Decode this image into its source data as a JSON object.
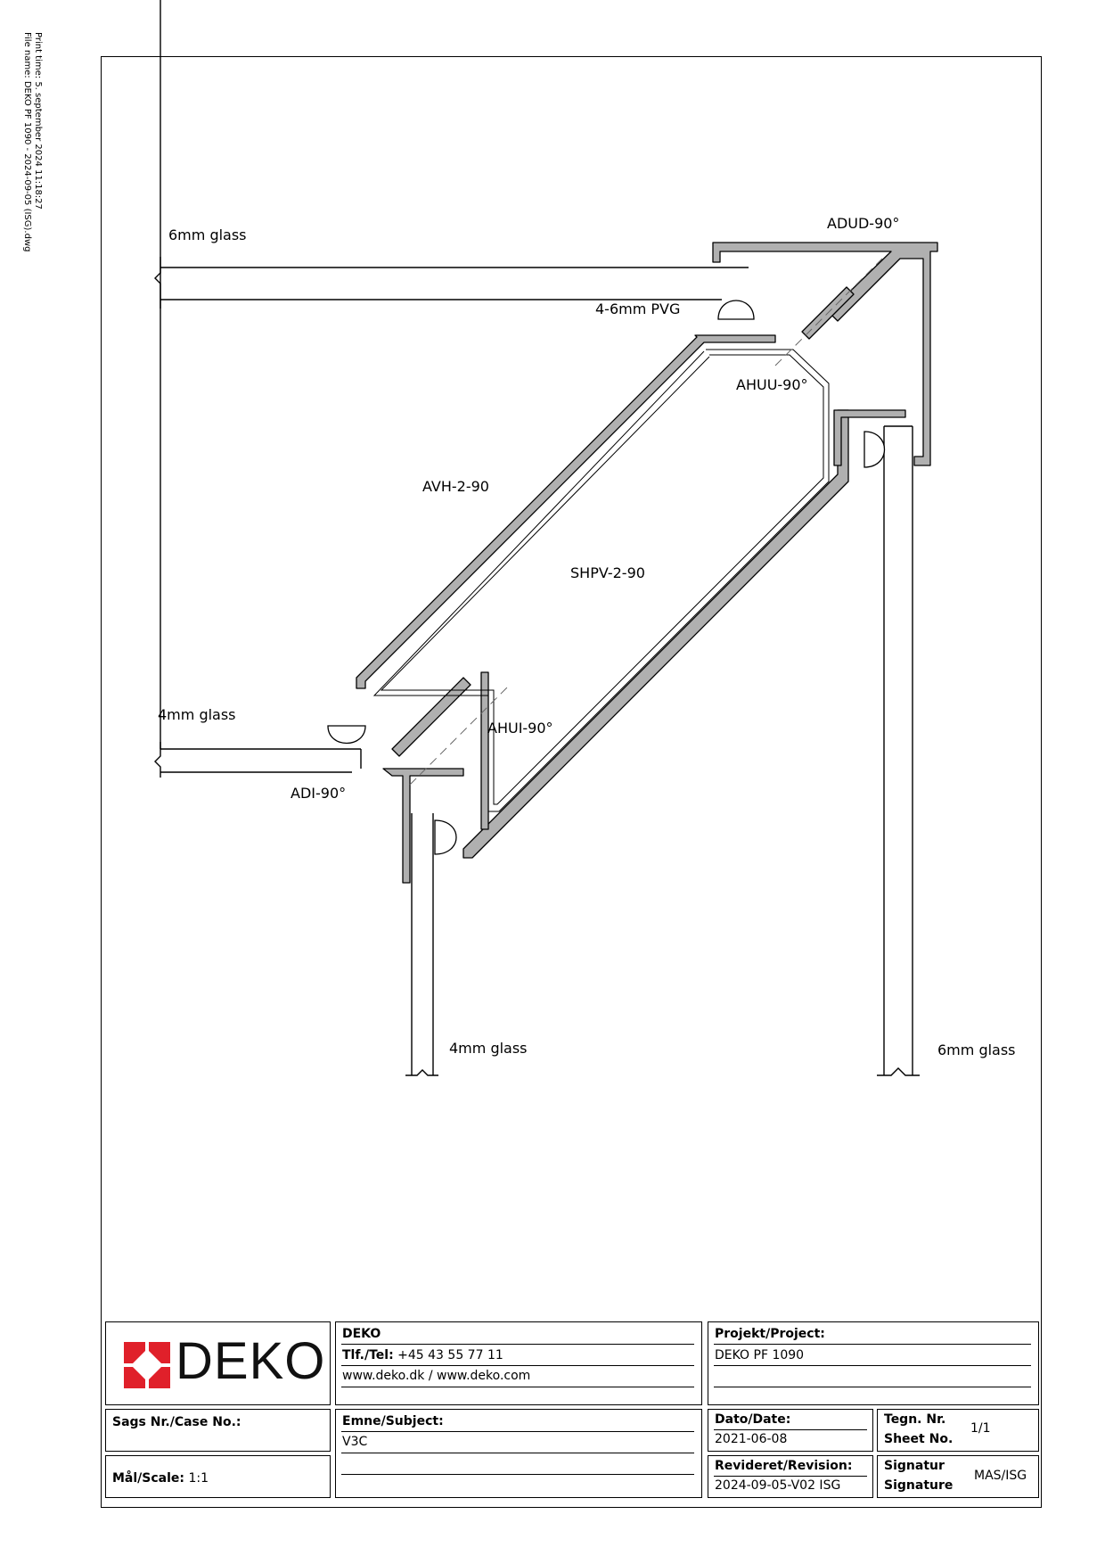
{
  "print_info": {
    "line1": "Print time: 5. september 2024 11:18:27",
    "line2": "File name: DEKO PF 1090 - 2024-09-05 (ISG).dwg"
  },
  "drawing": {
    "labels": {
      "glass_top_left": "6mm glass",
      "adud": "ADUD-90°",
      "pvg": "4-6mm PVG",
      "ahuu": "AHUU-90°",
      "avh": "AVH-2-90",
      "shpv": "SHPV-2-90",
      "glass_mid_left": "4mm glass",
      "ahui": "AHUI-90°",
      "adi": "ADI-90°",
      "glass_bottom": "4mm glass",
      "glass_right": "6mm glass"
    },
    "colors": {
      "profile": "#b0b0b0",
      "line": "#000000"
    }
  },
  "title_block": {
    "logo": {
      "text": "DEKO",
      "color": "#e0202a",
      "icon": "deko-logo-icon"
    },
    "company": {
      "name": "DEKO",
      "tel_label": "Tlf./Tel:",
      "tel_value": "+45 43 55 77 11",
      "web": "www.deko.dk / www.deko.com"
    },
    "project": {
      "label": "Projekt/Project:",
      "value": "DEKO PF 1090"
    },
    "case": {
      "label": "Sags Nr./Case No.:",
      "value": ""
    },
    "subject": {
      "label": "Emne/Subject:",
      "value": "V3C"
    },
    "date": {
      "label": "Dato/Date:",
      "value": "2021-06-08"
    },
    "sheet": {
      "label1": "Tegn. Nr.",
      "label2": "Sheet No.",
      "value": "1/1"
    },
    "scale": {
      "label": "Mål/Scale:",
      "value": "1:1"
    },
    "revision": {
      "label": "Revideret/Revision:",
      "value": "2024-09-05-V02 ISG"
    },
    "signature": {
      "label1": "Signatur",
      "label2": "Signature",
      "value": "MAS/ISG"
    }
  }
}
